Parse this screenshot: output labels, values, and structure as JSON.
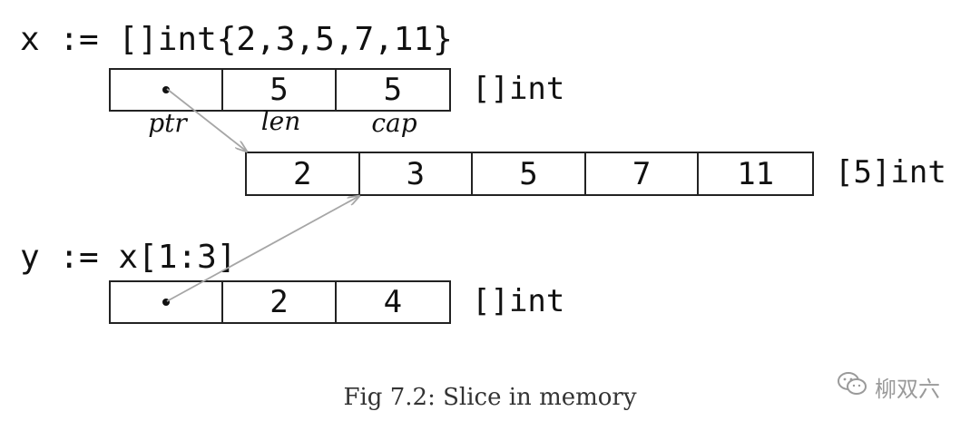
{
  "code": {
    "x_decl": "x := []int{2,3,5,7,11}",
    "y_decl": "y := x[1:3]"
  },
  "x_header": {
    "cells": [
      "",
      "5",
      "5"
    ],
    "field_labels": [
      "ptr",
      "len",
      "cap"
    ],
    "type_label": "[]int"
  },
  "array": {
    "cells": [
      "2",
      "3",
      "5",
      "7",
      "11"
    ],
    "type_label": "[5]int"
  },
  "y_header": {
    "cells": [
      "",
      "2",
      "4"
    ],
    "type_label": "[]int"
  },
  "caption": "Fig 7.2: Slice in memory",
  "watermark": {
    "text": "柳双六",
    "icon": "wechat-icon"
  },
  "colors": {
    "arrow": "#a6a6a6",
    "border": "#222222"
  }
}
